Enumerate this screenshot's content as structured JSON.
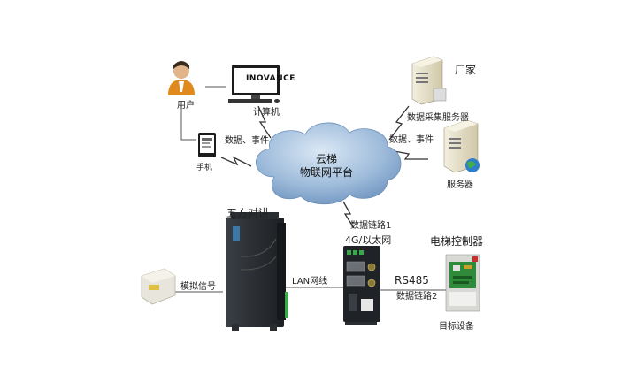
{
  "labels": {
    "user": "用户",
    "computer": "计算机",
    "computer_brand": "INOVANCE",
    "data_event_left": "数据、事件",
    "phone": "手机",
    "vendor": "厂家",
    "data_collection_server": "数据采集服务器",
    "data_event_right": "数据、事件",
    "server": "服务器",
    "cloud_line1": "云梯",
    "cloud_line2": "物联网平台",
    "intercom": "五方对讲",
    "data_link_1": "数据链路1",
    "net_4g": "4G/以太网",
    "elevator_controller": "电梯控制器",
    "analog_signal": "模拟信号",
    "lan_cable": "LAN网线",
    "rs485": "RS485",
    "data_link_2": "数据链路2",
    "target_device": "目标设备"
  },
  "colors": {
    "cloud": "#8fb0d4",
    "line": "#555555",
    "device_dark": "#2a2e33",
    "server_beige": "#e8e2cc"
  }
}
